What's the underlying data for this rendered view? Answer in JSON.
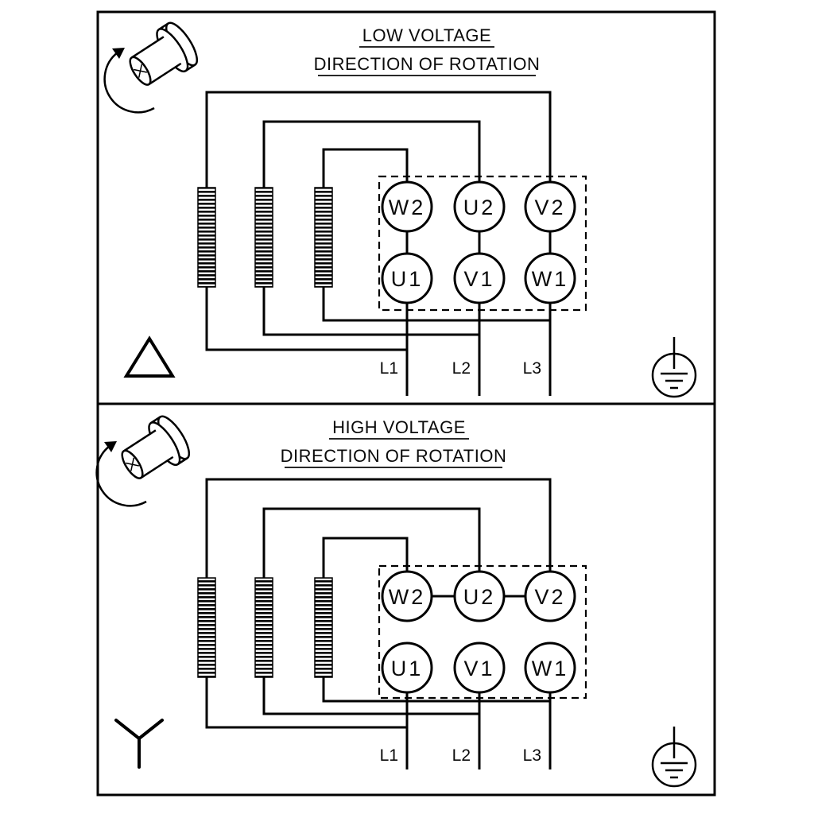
{
  "colors": {
    "ink": "#000000",
    "paper": "#ffffff"
  },
  "panels": [
    {
      "title": "LOW VOLTAGE",
      "subtitle": "DIRECTION OF ROTATION",
      "connection": "delta",
      "terminals_top": [
        "W2",
        "U2",
        "V2"
      ],
      "terminals_bottom": [
        "U1",
        "V1",
        "W1"
      ],
      "leads": [
        "L1",
        "L2",
        "L3"
      ]
    },
    {
      "title": "HIGH VOLTAGE",
      "subtitle": "DIRECTION OF ROTATION",
      "connection": "star",
      "terminals_top": [
        "W2",
        "U2",
        "V2"
      ],
      "terminals_bottom": [
        "U1",
        "V1",
        "W1"
      ],
      "leads": [
        "L1",
        "L2",
        "L3"
      ]
    }
  ],
  "icons": {
    "rotation": "rotation-direction-shaft-arrow",
    "ground": "protective-earth-ground",
    "delta": "delta-connection-symbol",
    "star": "star-connection-symbol"
  }
}
